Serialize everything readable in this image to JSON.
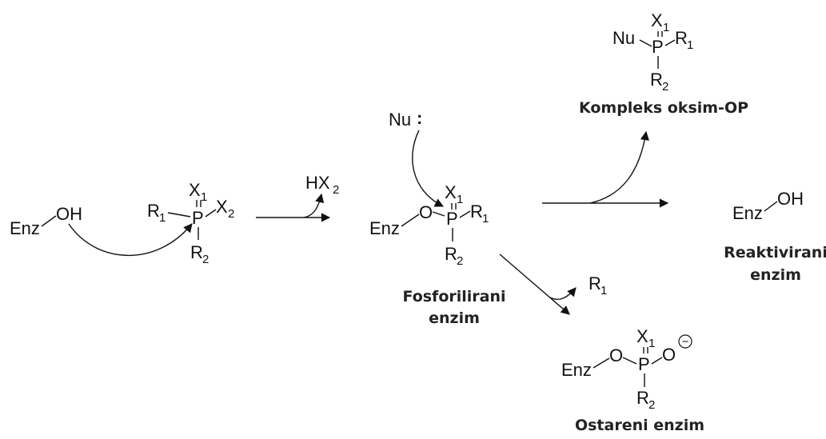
{
  "atoms": {
    "enz": "Enz",
    "oh": "OH",
    "o": "O",
    "o_minus": "O",
    "p": "P",
    "x": "X",
    "r": "R",
    "hx": "HX",
    "nu": "Nu",
    "nu_colon": ":",
    "one": "1",
    "two": "2"
  },
  "charges": {
    "minus": "−"
  },
  "captions": {
    "phosphorylated_line1": "Fosforilirani",
    "phosphorylated_line2": "enzim",
    "complex": "Kompleks oksim-OP",
    "reactivated_line1": "Reaktivirani",
    "reactivated_line2": "enzim",
    "aged": "Ostareni enzim"
  }
}
